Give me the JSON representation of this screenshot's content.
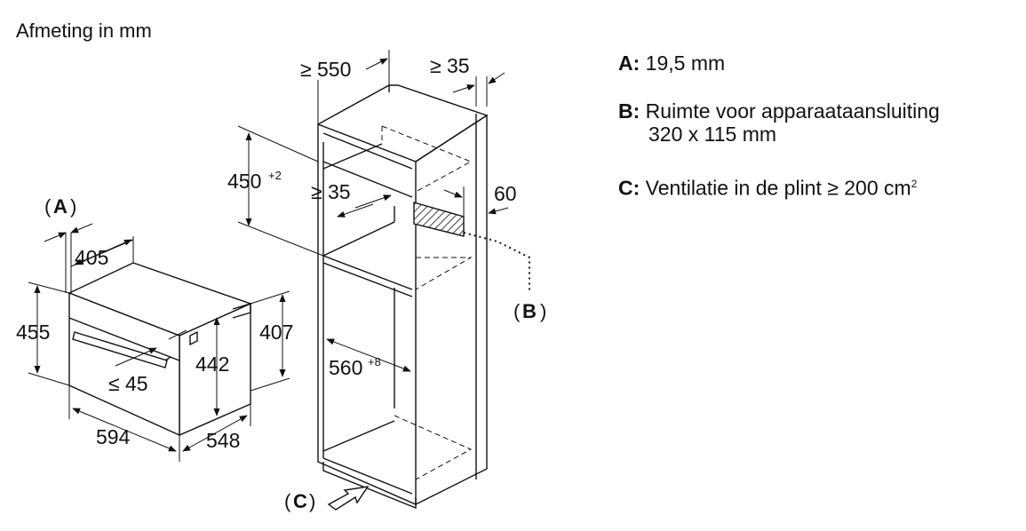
{
  "title": "Afmeting in mm",
  "dimensions": {
    "oven_width": "594",
    "oven_depth": "548",
    "oven_height": "455",
    "front_offset": "405",
    "inner_height": "442",
    "side_height": "407",
    "handle_depth": "≤ 45",
    "cabinet_depth": "≥ 550",
    "top_gap": "≥ 35",
    "niche_height": "450",
    "niche_height_sup": "+2",
    "rear_gap": "≥ 35",
    "wall_gap": "60",
    "niche_width": "560",
    "niche_width_sup": "+8"
  },
  "labels": {
    "A_open": "(",
    "A": "A",
    "A_close": ")",
    "B_open": "(",
    "B": "B",
    "B_close": ")",
    "C_open": "(",
    "C": "C",
    "C_close": ")"
  },
  "legend": {
    "A_key": "A:",
    "A_text": "19,5 mm",
    "B_key": "B:",
    "B_text_line1": "Ruimte voor apparaataansluiting",
    "B_text_line2": "320 x 115 mm",
    "C_key": "C:",
    "C_text": "Ventilatie in de plint ≥ 200 cm",
    "C_sup": "2"
  }
}
